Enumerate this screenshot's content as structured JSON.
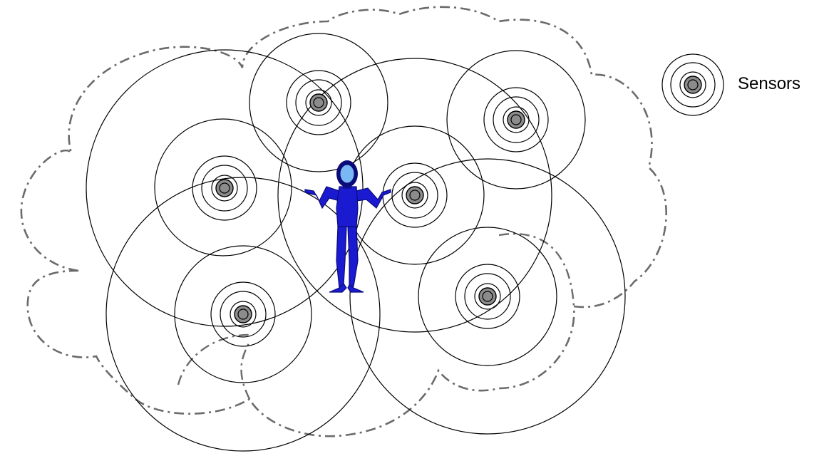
{
  "legend": {
    "label": "Sensors",
    "icon": "sensor-icon"
  },
  "colors": {
    "ring": "#000000",
    "cloud": "#6b6b6b",
    "sensor_fill": "#8c8c8c",
    "person_body": "#1a1ad0",
    "person_outline": "#0a0a7a",
    "person_head": "#7ab8f5"
  },
  "sensors": [
    {
      "id": "sensor-1"
    },
    {
      "id": "sensor-2"
    },
    {
      "id": "sensor-3"
    },
    {
      "id": "sensor-4"
    },
    {
      "id": "sensor-5"
    },
    {
      "id": "sensor-6"
    },
    {
      "id": "sensor-7"
    }
  ],
  "person": {
    "icon": "person-icon"
  }
}
